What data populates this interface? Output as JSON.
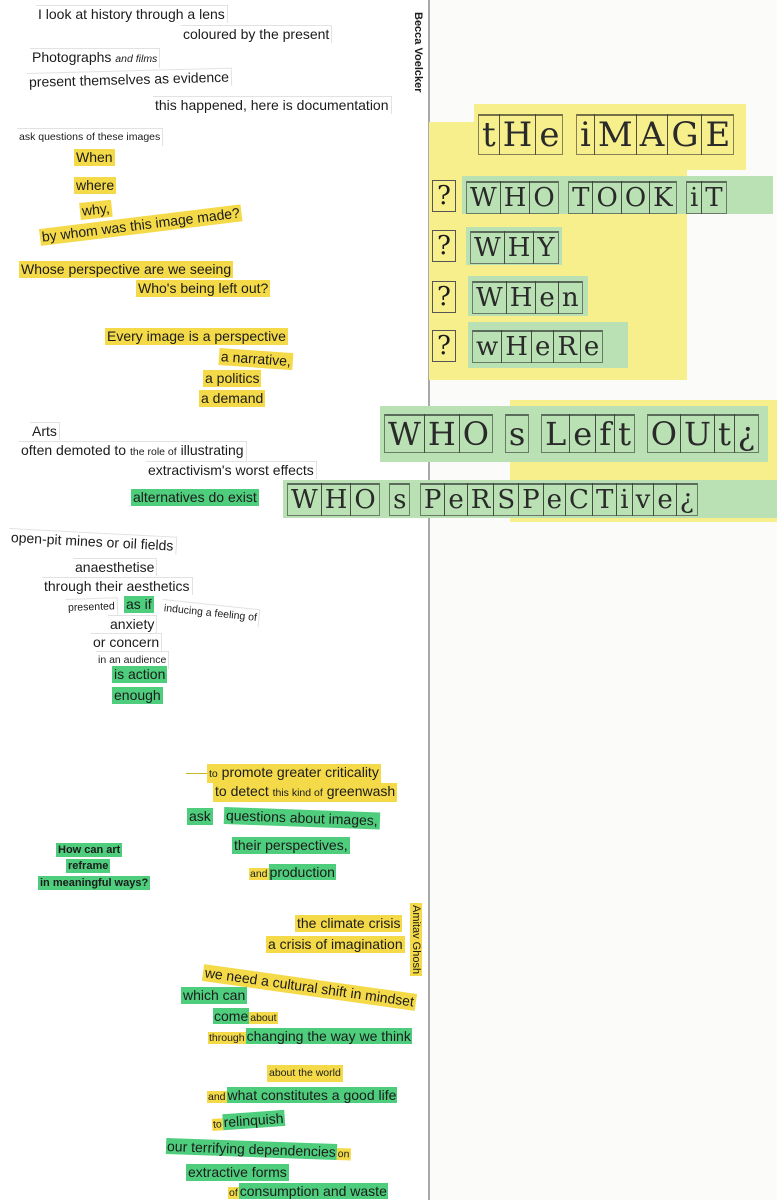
{
  "author_left": "Becca Voelcker",
  "author_quote": "Amitav Ghosh",
  "poem": {
    "l1": "I look at history through a lens",
    "l2": "coloured by the present",
    "l3a": "Photographs",
    "l3b": "and films",
    "l4": "present themselves as evidence",
    "l5": "this happened, here is documentation",
    "l6": "ask questions of these images",
    "l7": "When",
    "l8": "where",
    "l9": "why,",
    "l10": "by whom was this image made?",
    "l11": "Whose perspective are we seeing",
    "l12": "Who's being left out?",
    "l13": "Every image is a perspective",
    "l14": "a narrative,",
    "l15": "a politics",
    "l16": "a demand",
    "l17": "Arts",
    "l18a": "often demoted to",
    "l18b": "the role of",
    "l18c": "illustrating",
    "l19": "extractivism's worst effects",
    "l20": "alternatives do exist",
    "l21": "open-pit mines or oil fields",
    "l22": "anaesthetise",
    "l23": "through their aesthetics",
    "l24a": "presented",
    "l24b": "as if",
    "l24c": "inducing a feeling of",
    "l25": "anxiety",
    "l26": "or concern",
    "l27": "in an audience",
    "l28": "is action",
    "l29": "enough",
    "l30a": "to",
    "l30b": "promote greater criticality",
    "l31a": "to detect",
    "l31b": "this kind of",
    "l31c": "greenwash",
    "l32a": "ask",
    "l32b": "questions about images,",
    "l33": "their perspectives,",
    "l34a": "and",
    "l34b": "production",
    "q1": "How can art",
    "q2": "reframe",
    "q3": "in meaningful ways?",
    "l36": "the climate crisis",
    "l37": "a crisis of imagination",
    "l38": "we need a cultural shift in mindset",
    "l40": "which can",
    "l41a": "come",
    "l41b": "about",
    "l42a": "through",
    "l42b": "changing the way we think",
    "l43": "about the world",
    "l44a": "and",
    "l44b": "what constitutes a good life",
    "l45a": "to",
    "l45b": "relinquish",
    "l46a": "our terrifying dependencies",
    "l46b": "on",
    "l47": "extractive forms",
    "l48a": "of",
    "l48b": "consumption and waste"
  },
  "stamps": {
    "title": "tHe iMAGE",
    "q_mark": "?",
    "row1": "WHO TOOK iT",
    "row2": "WHY",
    "row3": "WHen",
    "row4": "wHeRe",
    "left_out": "WHO s Left OUt¿",
    "perspective": "WHO s PeRSPeCTive¿"
  },
  "colors": {
    "yellow_highlight": "#f4da48",
    "green_highlight": "#4ecd7d",
    "yellow_paper": "#f7ef8c",
    "green_paper": "#b9e1b3"
  }
}
